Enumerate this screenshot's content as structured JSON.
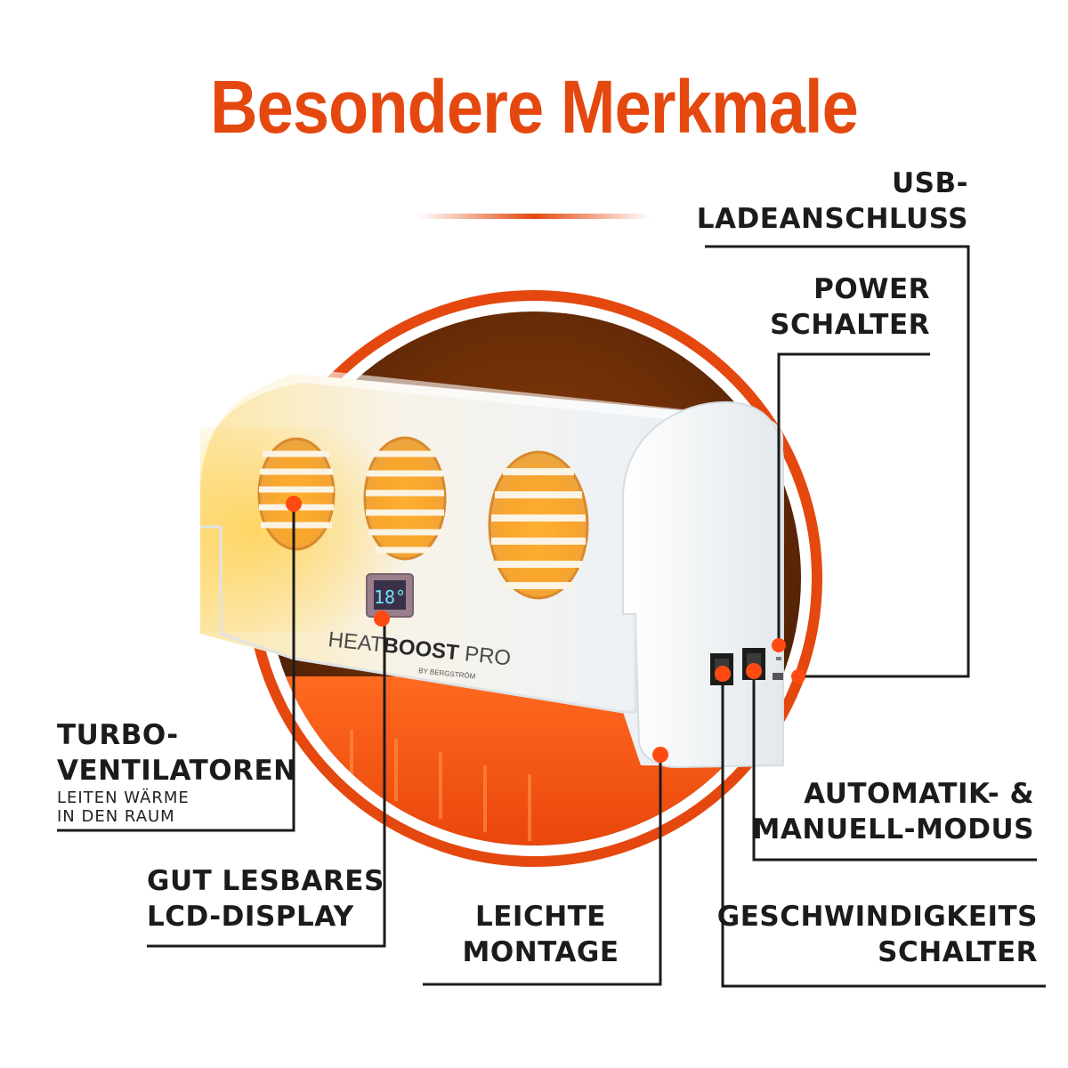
{
  "title": "Besondere Merkmale",
  "product": {
    "brand_light": "HEAT",
    "brand_bold": "BOOST",
    "brand_suffix": " PRO",
    "by_line": "BY BERGSTRÖM",
    "display_value": "18°"
  },
  "callouts": {
    "usb": {
      "line1": "USB-",
      "line2": "LADEANSCHLUSS"
    },
    "power": {
      "line1": "POWER",
      "line2": "SCHALTER"
    },
    "turbo": {
      "line1": "TURBO-",
      "line2": "VENTILATOREN",
      "sub1": "LEITEN WÄRME",
      "sub2": "IN DEN RAUM"
    },
    "lcd": {
      "line1": "GUT LESBARES",
      "line2": "LCD-DISPLAY"
    },
    "montage": {
      "line1": "LEICHTE",
      "line2": "MONTAGE"
    },
    "automatik": {
      "line1": "AUTOMATIK- &",
      "line2": "MANUELL-MODUS"
    },
    "speed": {
      "line1": "GESCHWINDIGKEITS",
      "line2": "SCHALTER"
    }
  },
  "colors": {
    "accent": "#e4480f",
    "dot": "#ff4a12",
    "text": "#1b1b1b",
    "heater_body": "#f4f6f7",
    "glow": "#ffc04a"
  }
}
